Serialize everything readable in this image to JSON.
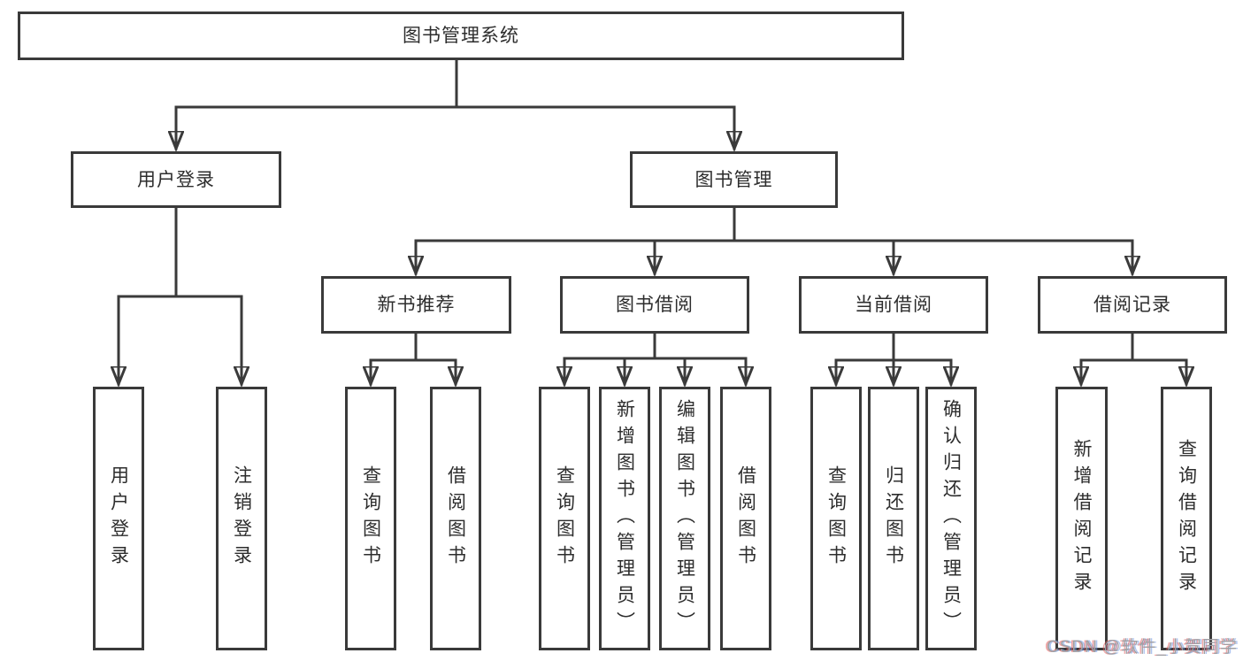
{
  "diagram": {
    "type": "hierarchy-tree",
    "orientation": "top-down",
    "line_color": "#3a3a3a",
    "box_border_color": "#3a3a3a",
    "text_color": "#2d2d2d",
    "background": "#ffffff"
  },
  "nodes": {
    "root": {
      "label": "图书管理系统"
    },
    "level2": [
      {
        "label": "用户登录"
      },
      {
        "label": "图书管理"
      }
    ],
    "level3": [
      {
        "label": "新书推荐"
      },
      {
        "label": "图书借阅"
      },
      {
        "label": "当前借阅"
      },
      {
        "label": "借阅记录"
      }
    ],
    "leaves": [
      {
        "label": "用户登录",
        "parent": "用户登录"
      },
      {
        "label": "注销登录",
        "parent": "用户登录"
      },
      {
        "label": "查询图书",
        "parent": "新书推荐"
      },
      {
        "label": "借阅图书",
        "parent": "新书推荐"
      },
      {
        "label": "查询图书",
        "parent": "图书借阅"
      },
      {
        "label": "新增图书（管理员）",
        "parent": "图书借阅"
      },
      {
        "label": "编辑图书（管理员）",
        "parent": "图书借阅"
      },
      {
        "label": "借阅图书",
        "parent": "图书借阅"
      },
      {
        "label": "查询图书",
        "parent": "当前借阅"
      },
      {
        "label": "归还图书",
        "parent": "当前借阅"
      },
      {
        "label": "确认归还（管理员）",
        "parent": "当前借阅"
      },
      {
        "label": "新增借阅记录",
        "parent": "借阅记录"
      },
      {
        "label": "查询借阅记录",
        "parent": "借阅记录"
      }
    ],
    "edges": [
      [
        "图书管理系统",
        "用户登录"
      ],
      [
        "图书管理系统",
        "图书管理"
      ],
      [
        "图书管理",
        "新书推荐"
      ],
      [
        "图书管理",
        "图书借阅"
      ],
      [
        "图书管理",
        "当前借阅"
      ],
      [
        "图书管理",
        "借阅记录"
      ]
    ]
  },
  "watermark": {
    "text": "CSDN @软件_小贺同学",
    "color": "#9fa0a4"
  }
}
